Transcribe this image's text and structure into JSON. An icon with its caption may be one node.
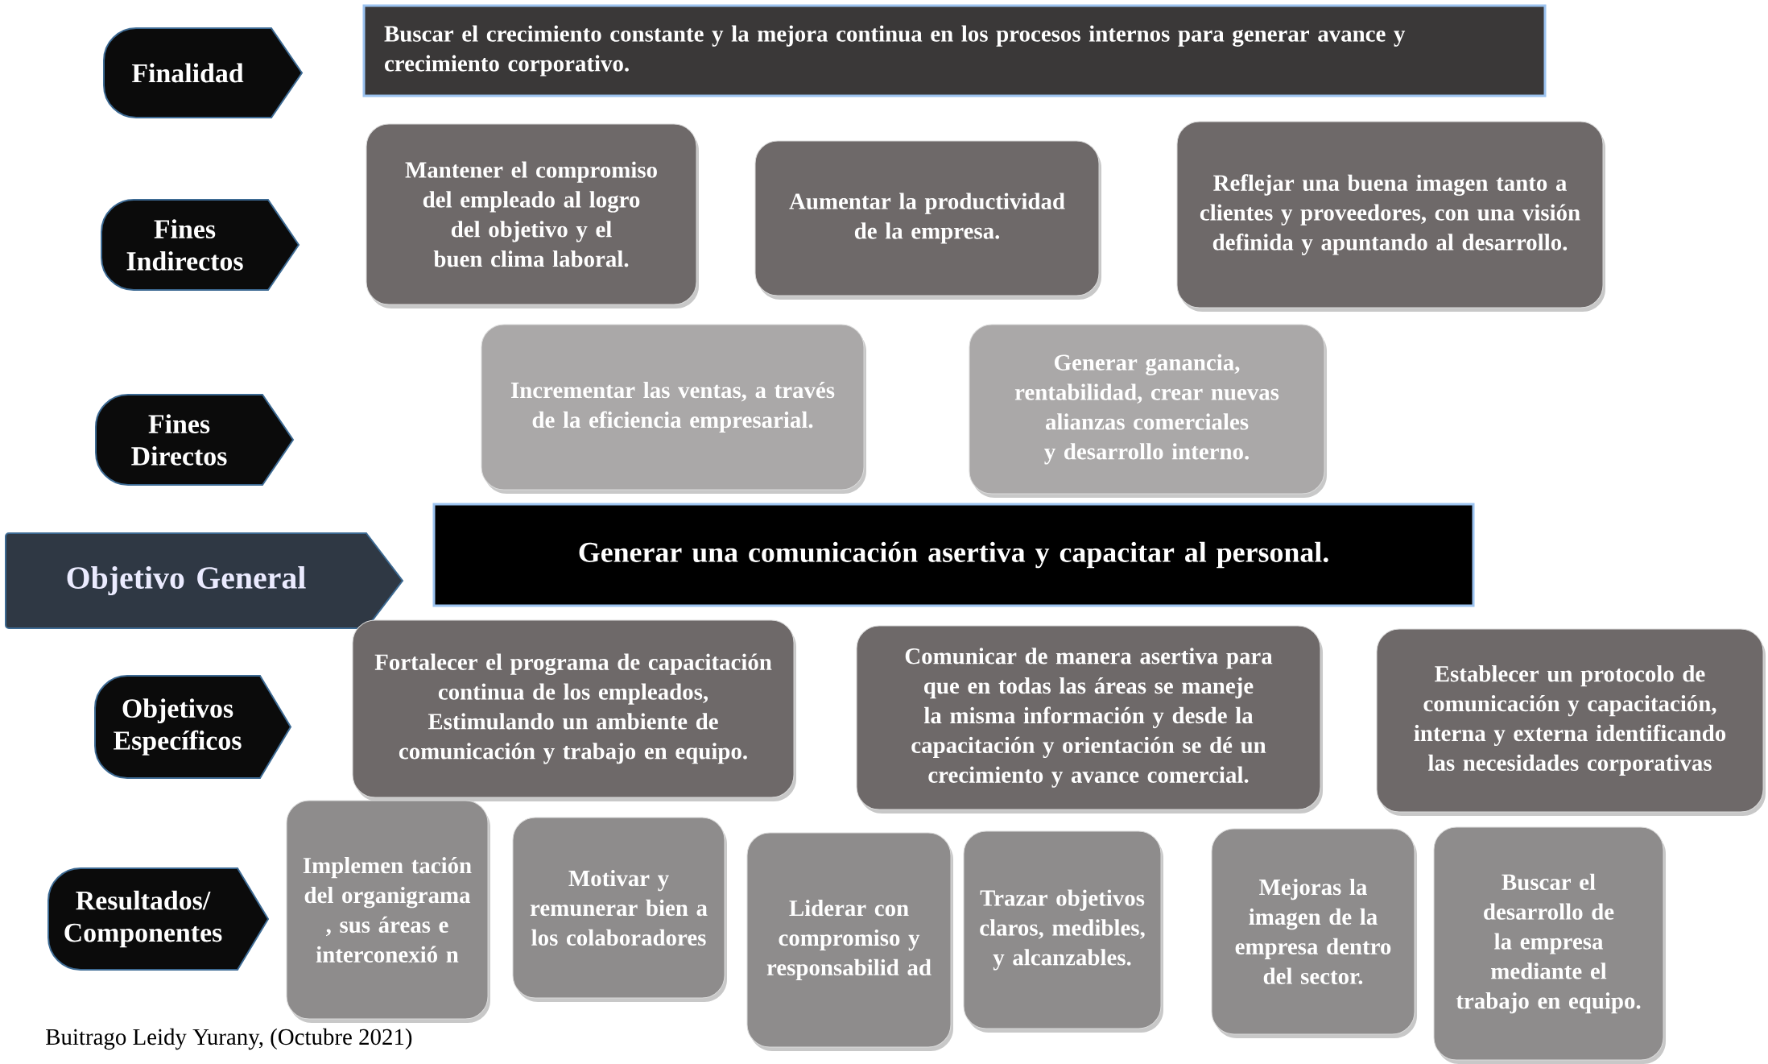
{
  "diagram": {
    "caption": "Buitrago Leidy Yurany, (Octubre 2021)",
    "nodes": [
      {
        "text": [
          "Finalidad"
        ]
      },
      {
        "text": [
          "Fines Indirectos"
        ]
      },
      {
        "text": [
          "Fines Directos"
        ]
      },
      {
        "text": [
          "Objetivo General"
        ]
      },
      {
        "text": [
          "Objetivos Específicos"
        ]
      },
      {
        "text": [
          "Resultados/ Componentes"
        ]
      },
      {
        "text": [
          "Buscar el crecimiento constante y la mejora continua en los procesos internos para generar avance y crecimiento corporativo."
        ]
      },
      {
        "text": [
          "Mantener el compromiso del empleado al logro del objetivo y el buen clima laboral."
        ]
      },
      {
        "text": [
          "Aumentar la productividad de la empresa."
        ]
      },
      {
        "text": [
          "Reflejar una buena imagen tanto a clientes y proveedores, con una visión definida y apuntando al desarrollo."
        ]
      },
      {
        "text": [
          "Incrementar las ventas, a través de la eficiencia empresarial."
        ]
      },
      {
        "text": [
          "Generar ganancia, rentabilidad, crear nuevas alianzas comerciales y desarrollo interno."
        ]
      },
      {
        "text": [
          "Generar una comunicación asertiva y capacitar al personal."
        ]
      },
      {
        "text": [
          "Fortalecer el programa de capacitación continua de los empleados, Estimulando un ambiente de comunicación y trabajo en equipo."
        ]
      },
      {
        "text": [
          "Comunicar de manera asertiva para que en todas las áreas se maneje la misma información y desde la capacitación y orientación se dé un crecimiento y avance comercial."
        ]
      },
      {
        "text": [
          "Establecer un protocolo de comunicación y capacitación, interna y externa identificando las necesidades corporativas"
        ]
      },
      {
        "text": [
          "Implemen tación del organigrama , sus áreas e interconexió n"
        ]
      },
      {
        "text": [
          "Motivar y remunerar bien a los colaboradores"
        ]
      },
      {
        "text": [
          "Liderar con compromiso y responsabilid ad"
        ]
      },
      {
        "text": [
          "Trazar objetivos claros, medibles, y alcanzables."
        ]
      },
      {
        "text": [
          "Mejoras la imagen de la empresa dentro del sector."
        ]
      },
      {
        "text": [
          "Buscar el desarrollo de la empresa mediante el trabajo en equipo."
        ]
      }
    ],
    "edges": []
  }
}
